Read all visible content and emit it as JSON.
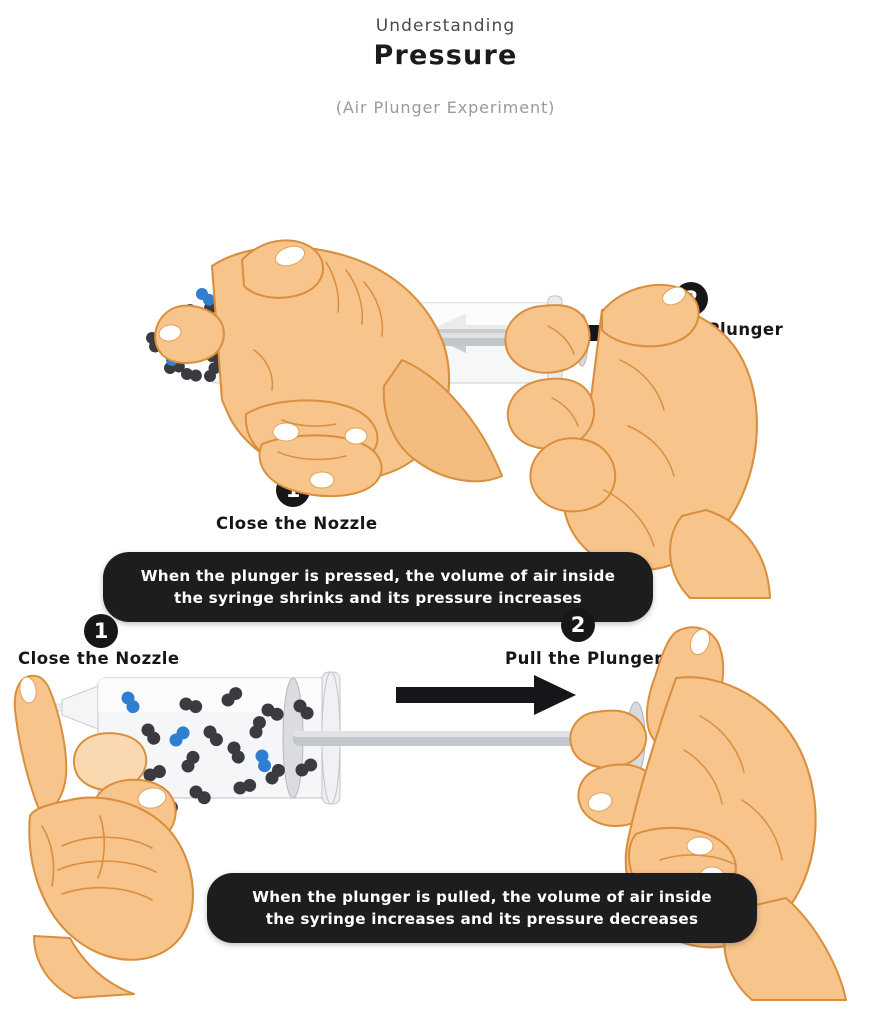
{
  "header": {
    "eyebrow": "Understanding",
    "title": "Pressure",
    "subtitle": "(Air Plunger Experiment)"
  },
  "colors": {
    "skin_fill": "#f7c48b",
    "skin_outline": "#d98f3d",
    "skin_shadow": "#edb274",
    "nail": "#ffffff",
    "particle_dark": "#3a3a40",
    "particle_blue": "#2e7fd0",
    "barrel_glass": "#f2f3f5",
    "plunger_rod": "#b9bcc0",
    "arrow": "#16161a",
    "badge_bg": "#17171a",
    "caption_bg": "#1d1d1f",
    "caption_text": "#ffffff",
    "background": "#ffffff"
  },
  "panels": [
    {
      "id": "pressed",
      "state": "compressed",
      "steps": [
        {
          "number": "1",
          "label": "Close the Nozzle"
        },
        {
          "number": "2",
          "label": "Press the Plunger"
        }
      ],
      "arrow_direction": "left",
      "caption_line1": "When the plunger is pressed, the volume of air inside",
      "caption_line2": "the syringe shrinks and its pressure increases",
      "particle_count_dark": 19,
      "particle_count_blue": 3
    },
    {
      "id": "pulled",
      "state": "expanded",
      "steps": [
        {
          "number": "1",
          "label": "Close the Nozzle"
        },
        {
          "number": "2",
          "label": "Pull the Plunger"
        }
      ],
      "arrow_direction": "right",
      "caption_line1": "When the plunger is pulled, the volume of air inside",
      "caption_line2": "the syringe increases and its pressure decreases",
      "particle_count_dark": 17,
      "particle_count_blue": 3
    }
  ],
  "icons": {
    "arrow_left": "arrow-left-icon",
    "arrow_right": "arrow-right-icon",
    "syringe": "syringe-icon",
    "hand_left": "hand-left-icon",
    "hand_right": "hand-right-icon",
    "air_particle": "air-particle-icon"
  }
}
